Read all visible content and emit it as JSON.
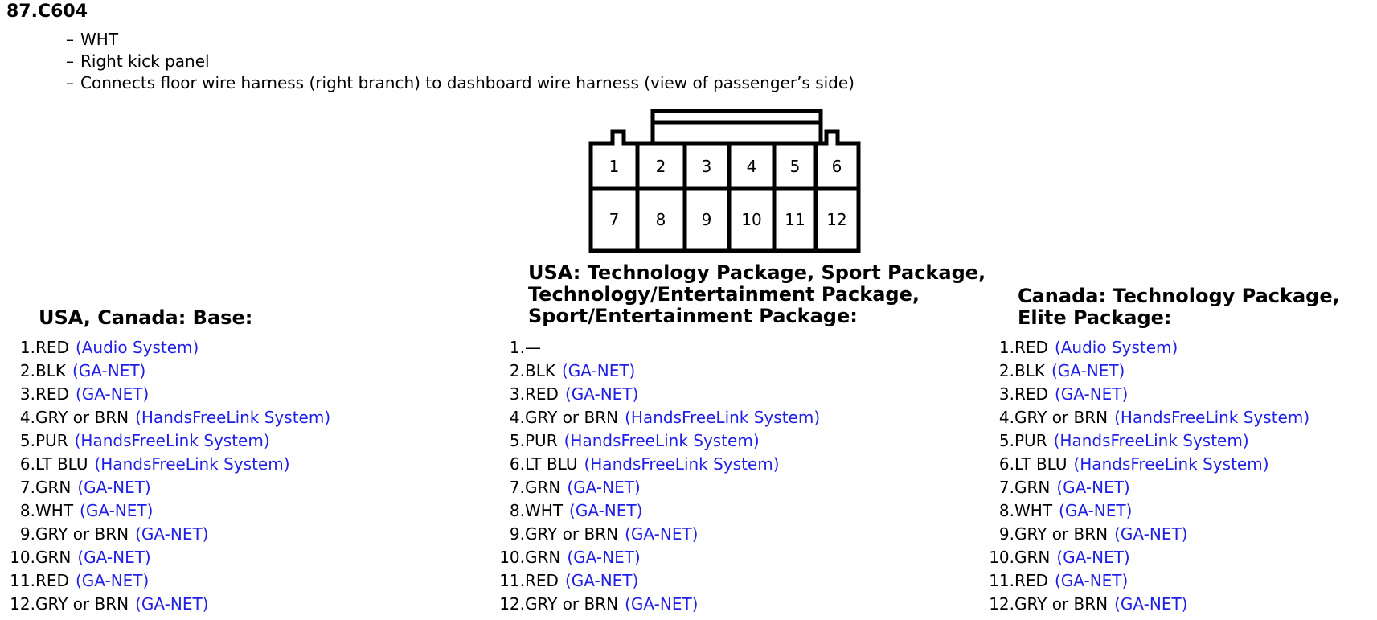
{
  "title": "87.C604",
  "notes": [
    "WHT",
    "Right kick panel",
    "Connects floor wire harness (right branch) to dashboard wire harness (view of passenger’s side)"
  ],
  "connector": {
    "pins_top": [
      "1",
      "2",
      "3",
      "4",
      "5",
      "6"
    ],
    "pins_bottom": [
      "7",
      "8",
      "9",
      "10",
      "11",
      "12"
    ]
  },
  "columns": [
    {
      "heading": [
        "USA, Canada: Base:"
      ],
      "pins": [
        {
          "num": "1.",
          "wire": "RED",
          "system": "(Audio System)"
        },
        {
          "num": "2.",
          "wire": "BLK",
          "system": "(GA-NET)"
        },
        {
          "num": "3.",
          "wire": "RED",
          "system": "(GA-NET)"
        },
        {
          "num": "4.",
          "wire": "GRY or BRN",
          "system": "(HandsFreeLink System)"
        },
        {
          "num": "5.",
          "wire": "PUR",
          "system": "(HandsFreeLink System)"
        },
        {
          "num": "6.",
          "wire": "LT BLU",
          "system": "(HandsFreeLink System)"
        },
        {
          "num": "7.",
          "wire": "GRN",
          "system": "(GA-NET)"
        },
        {
          "num": "8.",
          "wire": "WHT",
          "system": "(GA-NET)"
        },
        {
          "num": "9.",
          "wire": "GRY or BRN",
          "system": "(GA-NET)"
        },
        {
          "num": "10.",
          "wire": "GRN",
          "system": "(GA-NET)"
        },
        {
          "num": "11.",
          "wire": "RED",
          "system": "(GA-NET)"
        },
        {
          "num": "12.",
          "wire": "GRY or BRN",
          "system": "(GA-NET)"
        }
      ]
    },
    {
      "heading": [
        "USA: Technology Package, Sport Package,",
        "Technology/Entertainment Package,",
        "Sport/Entertainment Package:"
      ],
      "pins": [
        {
          "num": "1.",
          "wire": "—",
          "system": ""
        },
        {
          "num": "2.",
          "wire": "BLK",
          "system": "(GA-NET)"
        },
        {
          "num": "3.",
          "wire": "RED",
          "system": "(GA-NET)"
        },
        {
          "num": "4.",
          "wire": "GRY or BRN",
          "system": "(HandsFreeLink System)"
        },
        {
          "num": "5.",
          "wire": "PUR",
          "system": "(HandsFreeLink System)"
        },
        {
          "num": "6.",
          "wire": "LT BLU",
          "system": "(HandsFreeLink System)"
        },
        {
          "num": "7.",
          "wire": "GRN",
          "system": "(GA-NET)"
        },
        {
          "num": "8.",
          "wire": "WHT",
          "system": "(GA-NET)"
        },
        {
          "num": "9.",
          "wire": "GRY or BRN",
          "system": "(GA-NET)"
        },
        {
          "num": "10.",
          "wire": "GRN",
          "system": "(GA-NET)"
        },
        {
          "num": "11.",
          "wire": "RED",
          "system": "(GA-NET)"
        },
        {
          "num": "12.",
          "wire": "GRY or BRN",
          "system": "(GA-NET)"
        }
      ]
    },
    {
      "heading": [
        "Canada: Technology Package,",
        "Elite Package:"
      ],
      "pins": [
        {
          "num": "1.",
          "wire": "RED",
          "system": "(Audio System)"
        },
        {
          "num": "2.",
          "wire": "BLK",
          "system": "(GA-NET)"
        },
        {
          "num": "3.",
          "wire": "RED",
          "system": "(GA-NET)"
        },
        {
          "num": "4.",
          "wire": "GRY or BRN",
          "system": "(HandsFreeLink System)"
        },
        {
          "num": "5.",
          "wire": "PUR",
          "system": "(HandsFreeLink System)"
        },
        {
          "num": "6.",
          "wire": "LT BLU",
          "system": "(HandsFreeLink System)"
        },
        {
          "num": "7.",
          "wire": "GRN",
          "system": "(GA-NET)"
        },
        {
          "num": "8.",
          "wire": "WHT",
          "system": "(GA-NET)"
        },
        {
          "num": "9.",
          "wire": "GRY or BRN",
          "system": "(GA-NET)"
        },
        {
          "num": "10.",
          "wire": "GRN",
          "system": "(GA-NET)"
        },
        {
          "num": "11.",
          "wire": "RED",
          "system": "(GA-NET)"
        },
        {
          "num": "12.",
          "wire": "GRY or BRN",
          "system": "(GA-NET)"
        }
      ]
    }
  ],
  "colors": {
    "system_text": "#1f1fe6",
    "text": "#000000"
  }
}
